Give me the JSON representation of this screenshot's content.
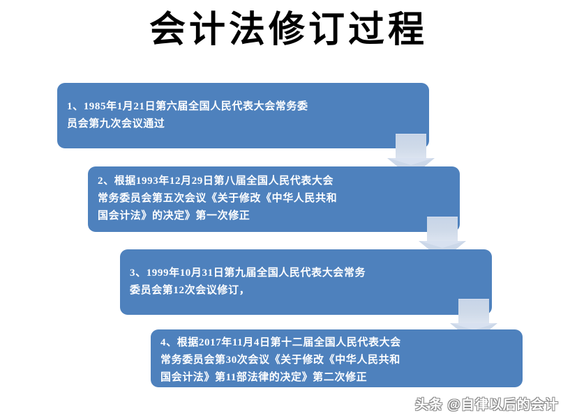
{
  "slide": {
    "title": "会计法修订过程",
    "background_color": "#ffffff",
    "accent_color": "#4e81bd",
    "arrow_color": "#ccd8e9",
    "text_color": "#ffffff"
  },
  "steps": [
    {
      "index": "1",
      "text": "1、1985年1月21日第六届全国人民代表大会常务委\n员会第九次会议通过"
    },
    {
      "index": "2",
      "text": "2、根据1993年12月29日第八届全国人民代表大会\n常务委员会第五次会议《关于修改《中华人民共和\n国会计法》的决定》第一次修正"
    },
    {
      "index": "3",
      "text": "3、1999年10月31日第九届全国人民代表大会常务\n委员会第12次会议修订，"
    },
    {
      "index": "4",
      "text": "4、根据2017年11月4日第十二届全国人民代表大会\n常务委员会第30次会议《关于修改《中华人民共和\n国会计法》第11部法律的决定》第二次修正"
    }
  ],
  "arrows": [
    {
      "name": "arrow-step1-to-step2",
      "direction": "down"
    },
    {
      "name": "arrow-step2-to-step3",
      "direction": "down"
    },
    {
      "name": "arrow-step3-to-step4",
      "direction": "down"
    }
  ],
  "watermark": {
    "text": "头条 @自律以后的会计"
  }
}
